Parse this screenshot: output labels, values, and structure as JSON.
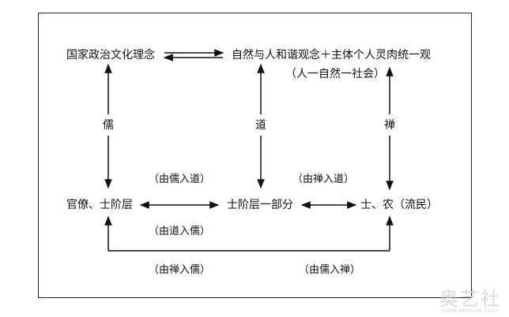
{
  "nodes": {
    "top_left": "国家政治文化理念",
    "top_right": "自然与人和谐观念＋主体个人灵肉统一观",
    "top_right_sub": "（人一自然一社会）",
    "bottom_left": "官僚、士阶层",
    "bottom_mid": "士阶层一部分",
    "bottom_right": "士、农（流民）"
  },
  "edge_labels": {
    "ru": "儒",
    "dao": "道",
    "chan": "禅",
    "ru_to_dao": "（由儒入道）",
    "chan_to_dao": "（由禅入道）",
    "dao_to_ru": "（由道入儒）",
    "chan_to_ru": "（由禅入儒）",
    "ru_to_chan": "（由儒入禅）"
  },
  "watermark": {
    "text": "奥艺社",
    "sub": "www.aoyishe.com"
  }
}
